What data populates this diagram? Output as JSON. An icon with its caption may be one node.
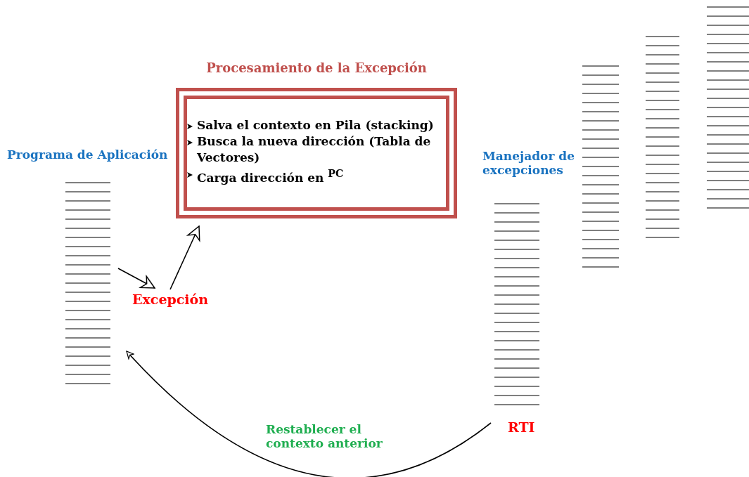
{
  "diagram": {
    "nodes": [
      {
        "text": [
          "Programa de Aplicación"
        ]
      },
      {
        "text": [
          "Excepción"
        ]
      },
      {
        "text": [
          "Procesamiento de la Excepción",
          "Salva el contexto en Pila (stacking)",
          "Busca la nueva dirección (Tabla de Vectores)",
          "Carga dirección en $^{PC}$"
        ]
      },
      {
        "text": [
          "Manejador de excepciones"
        ]
      },
      {
        "text": [
          "RTI"
        ]
      },
      {
        "text": [],
        "shape": "stack"
      },
      {
        "text": [],
        "shape": "stack"
      },
      {
        "text": [],
        "shape": "stack"
      }
    ],
    "edges": [
      {
        "from": 0,
        "to": 1,
        "arrow": "to"
      },
      {
        "from": 1,
        "to": 2,
        "arrow": "to"
      },
      {
        "from": 4,
        "to": 0,
        "arrow": "to",
        "label": "Restablecer el contexto anterior"
      }
    ]
  }
}
